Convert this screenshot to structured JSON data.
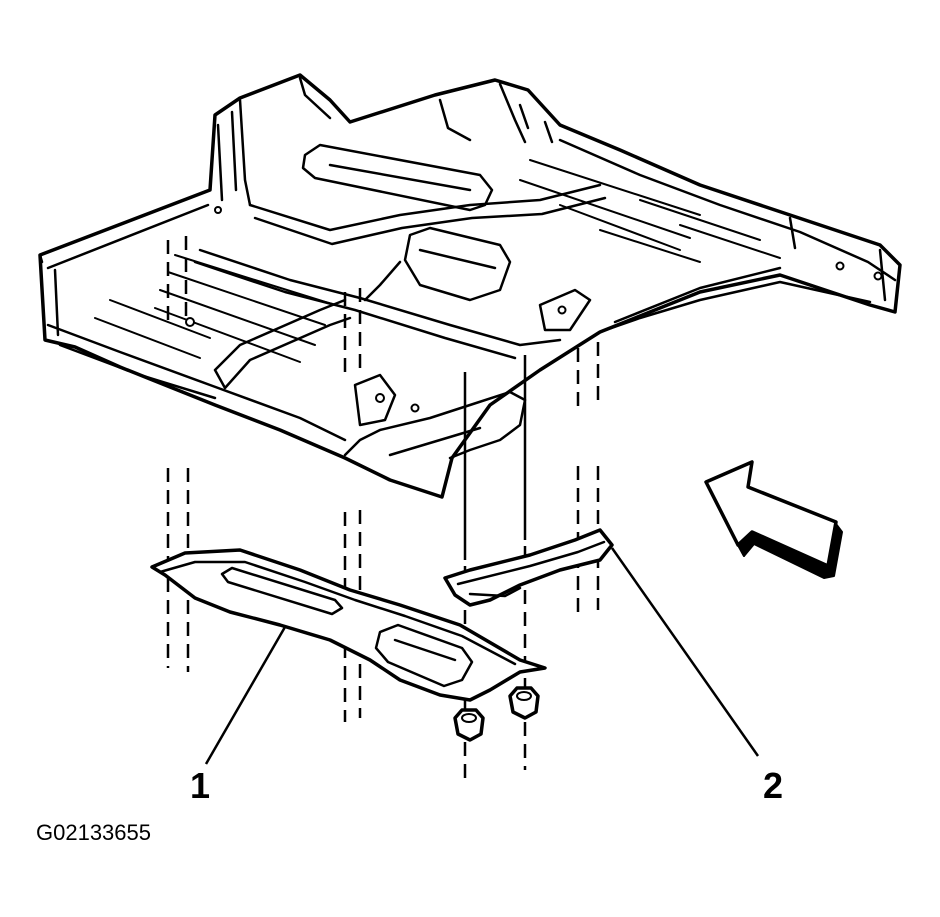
{
  "callouts": [
    {
      "label": "1"
    },
    {
      "label": "2"
    }
  ],
  "figure": {
    "id": "G02133655"
  },
  "colors": {
    "line": "#000000",
    "background": "#ffffff"
  }
}
